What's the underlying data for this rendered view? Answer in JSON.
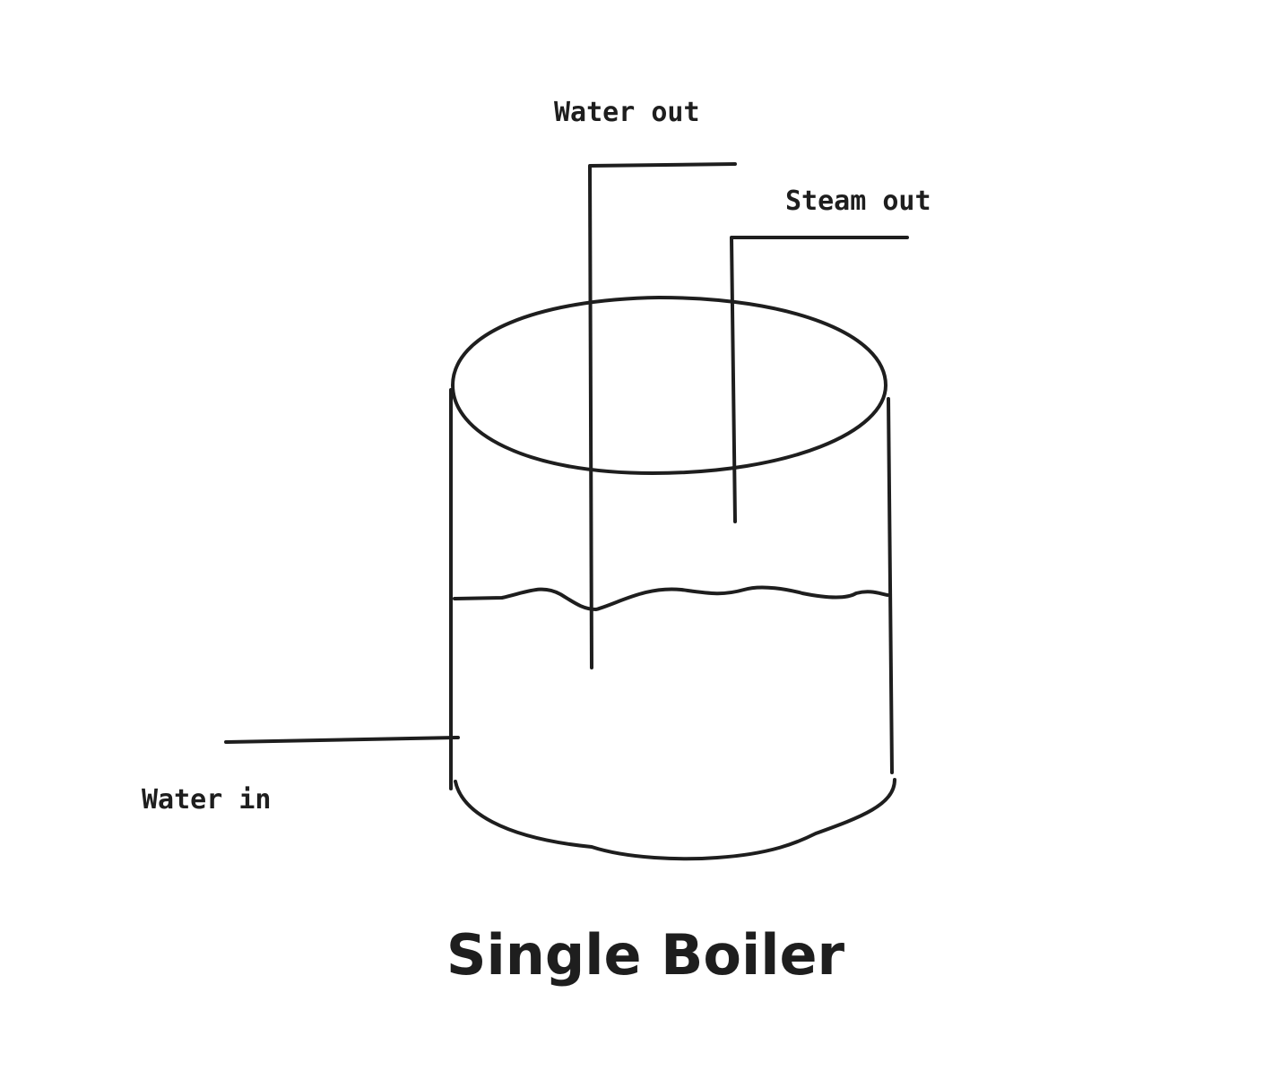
{
  "diagram": {
    "title": "Single Boiler",
    "labels": {
      "water_out": "Water out",
      "steam_out": "Steam out",
      "water_in": "Water in"
    },
    "stroke_color": "#1e1e1e",
    "background_color": "#ffffff"
  }
}
